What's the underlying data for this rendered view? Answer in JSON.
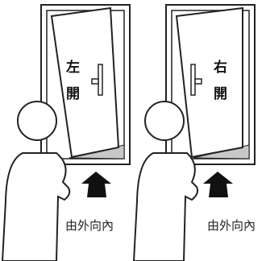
{
  "left_door": {
    "char_1": "左",
    "char_2": "開",
    "caption": "由外向內"
  },
  "right_door": {
    "char_1": "右",
    "char_2": "開",
    "caption": "由外向內"
  },
  "colors": {
    "line": "#222222",
    "floor_shadow": "#c8c8c8",
    "arrow": "#111111"
  },
  "icons": [
    "door-frame-icon",
    "open-door-icon",
    "door-handle-icon",
    "person-icon",
    "up-arrow-icon"
  ]
}
